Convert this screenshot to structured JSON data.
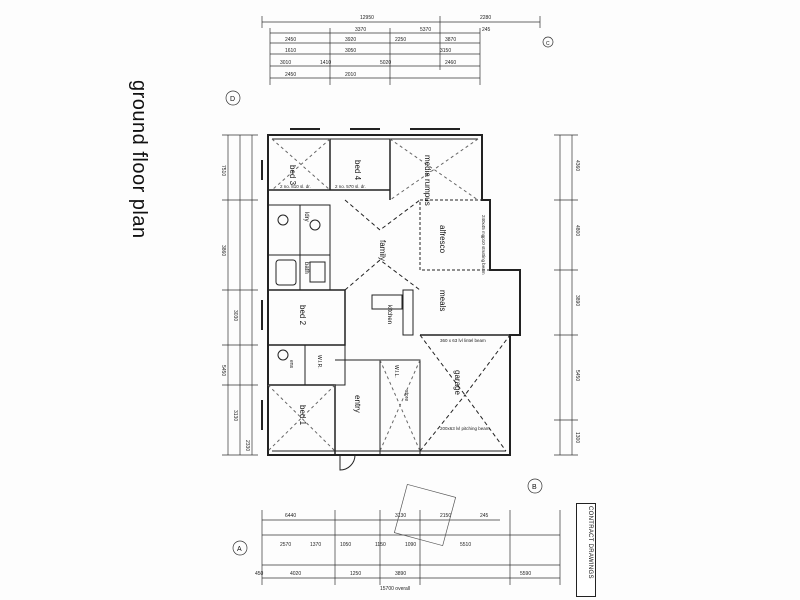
{
  "drawing": {
    "title": "ground floor plan",
    "stamp": "CONTRACT DRAWINGS",
    "overall_dimension": "15700 overall"
  },
  "top_dims": {
    "row1": [
      "12950",
      "2280"
    ],
    "row2": [
      "3370",
      "5370",
      "245"
    ],
    "row3": [
      "2450",
      "3920",
      "2250",
      "3870"
    ],
    "row4": [
      "1610",
      "3050",
      "3150"
    ],
    "row5": [
      "3010",
      "1410",
      "5020",
      "2460"
    ],
    "row6": [
      "2450",
      "2010"
    ]
  },
  "bottom_dims": {
    "row1": [
      "6440",
      "3130",
      "2150",
      "245"
    ],
    "row2": [
      "2570",
      "1370",
      "1050",
      "1150",
      "1090",
      "5510"
    ],
    "row3": [
      "450",
      "4020",
      "1250",
      "3890",
      "5590"
    ]
  },
  "left_dims": [
    "7510",
    "3860",
    "5450",
    "3030",
    "3130",
    "2330"
  ],
  "right_dims": [
    "4360",
    "4800",
    "3890",
    "5450",
    "1300"
  ],
  "rooms": {
    "bed3": "bed 3",
    "bed4": "bed 4",
    "media": "media rumpus",
    "alfresco": "alfresco",
    "family": "family",
    "kitchen": "kitchen",
    "meals": "meals",
    "bed2": "bed 2",
    "bed1": "bed 1",
    "entry": "entry",
    "garage": "garage",
    "wir": "W.I.R.",
    "wil": "W.I.L.",
    "ldry": "ldry",
    "bath": "bath",
    "ens": "ens",
    "store": "store"
  },
  "notes": {
    "beam1": "360 x 63 lvl lintel beam",
    "beam2": "200x63 lvl pitching beam",
    "beam3": "240x45 mgp10 strutting beam",
    "note1": "2 no. 810 sl. dr.",
    "note2": "2 no. 570 sl. dr."
  },
  "grid_marks": [
    "A",
    "B",
    "C",
    "D"
  ]
}
